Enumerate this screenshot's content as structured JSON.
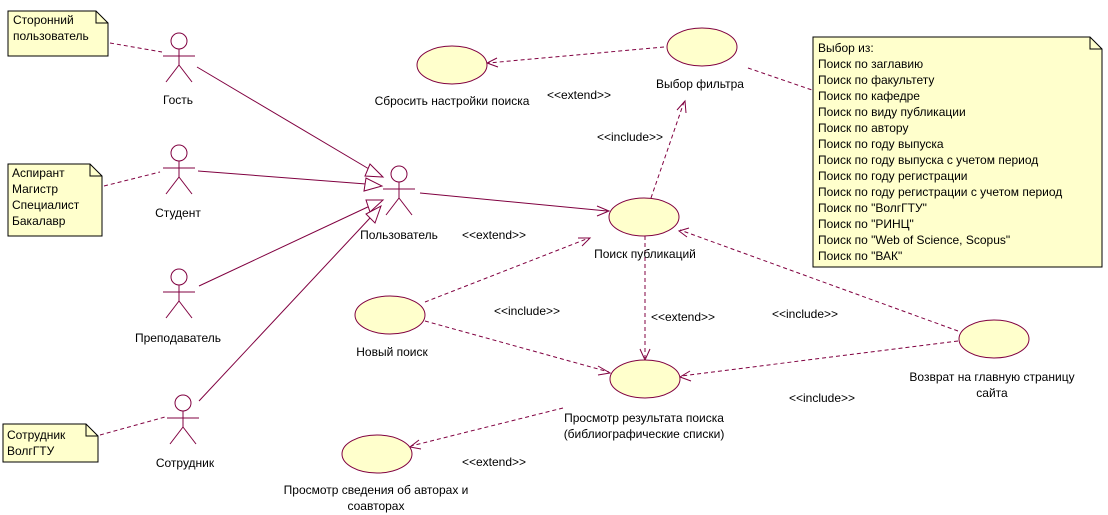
{
  "colors": {
    "line": "#800040",
    "usecase_fill": "#ffffcc",
    "note_fill": "#ffffcc",
    "note_border": "#000000",
    "text": "#000000"
  },
  "actors": {
    "guest": "Гость",
    "student": "Студент",
    "teacher": "Преподаватель",
    "employee": "Сотрудник",
    "user": "Пользователь"
  },
  "usecases": {
    "reset": "Сбросить настройки поиска",
    "filter": "Выбор фильтра",
    "search": "Поиск публикаций",
    "new_search": "Новый поиск",
    "view_results": [
      "Просмотр результата поиска",
      "(библиографические списки)"
    ],
    "authors": [
      "Просмотр сведения об авторах и",
      "соавторах"
    ],
    "home": [
      "Возврат на главную страницу",
      "сайта"
    ]
  },
  "stereotypes": {
    "extend": "<<extend>>",
    "include": "<<include>>"
  },
  "notes": {
    "guest": [
      "Сторонний",
      "пользователь"
    ],
    "student": [
      "Аспирант",
      "Магистр",
      "Специалист",
      "Бакалавр"
    ],
    "employee": [
      "Сотрудник",
      "ВолгГТУ"
    ],
    "filter": [
      "Выбор из:",
      "Поиск по заглавию",
      "Поиск по факультету",
      "Поиск по кафедре",
      "Поиск по виду публикации",
      "Поиск по автору",
      "Поиск по году выпуска",
      "Поиск по году выпуска с  учетом период",
      "Поиск по году регистрации",
      "Поиск по году регистрации с  учетом период",
      "Поиск по \"ВолгГТУ\"",
      "Поиск по \"РИНЦ\"",
      "Поиск по \"Web of Science, Scopus\"",
      "Поиск по \"ВАК\""
    ]
  }
}
